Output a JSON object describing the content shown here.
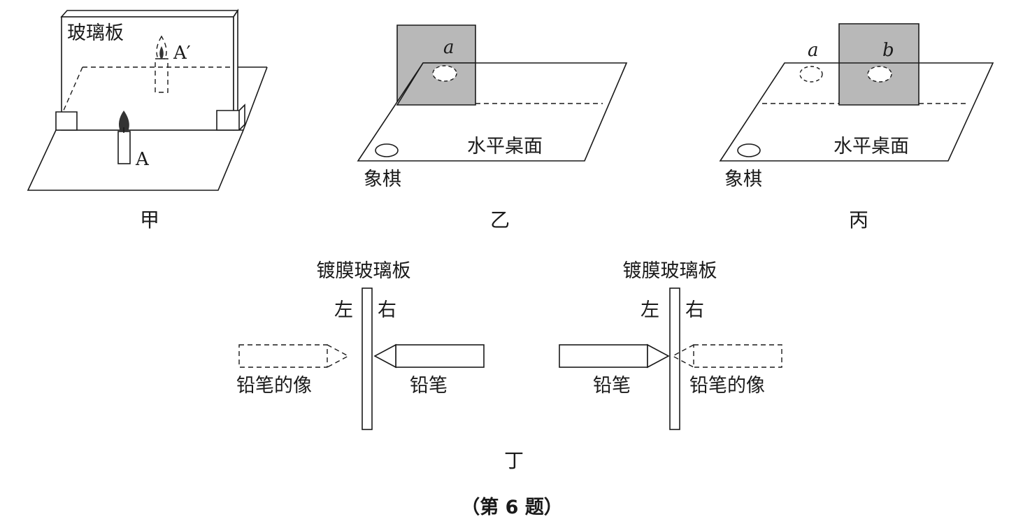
{
  "figure_jia": {
    "glass_label": "玻璃板",
    "candle_label": "A",
    "image_label": "A′",
    "caption": "甲"
  },
  "figure_yi": {
    "marker_label": "a",
    "table_label": "水平桌面",
    "piece_label": "象棋",
    "caption": "乙"
  },
  "figure_bing": {
    "marker_a_label": "a",
    "marker_b_label": "b",
    "table_label": "水平桌面",
    "piece_label": "象棋",
    "caption": "丙"
  },
  "figure_ding": {
    "left_panel": {
      "glass_label": "镀膜玻璃板",
      "left_label": "左",
      "right_label": "右",
      "image_label": "铅笔的像",
      "pencil_label": "铅笔"
    },
    "right_panel": {
      "glass_label": "镀膜玻璃板",
      "left_label": "左",
      "right_label": "右",
      "pencil_label": "铅笔",
      "image_label": "铅笔的像"
    },
    "caption": "丁"
  },
  "question_caption": "（第 6 题）",
  "colors": {
    "ink": "#1a1a1a",
    "screen_gray": "#b8b8b8",
    "flame": "#333333"
  }
}
